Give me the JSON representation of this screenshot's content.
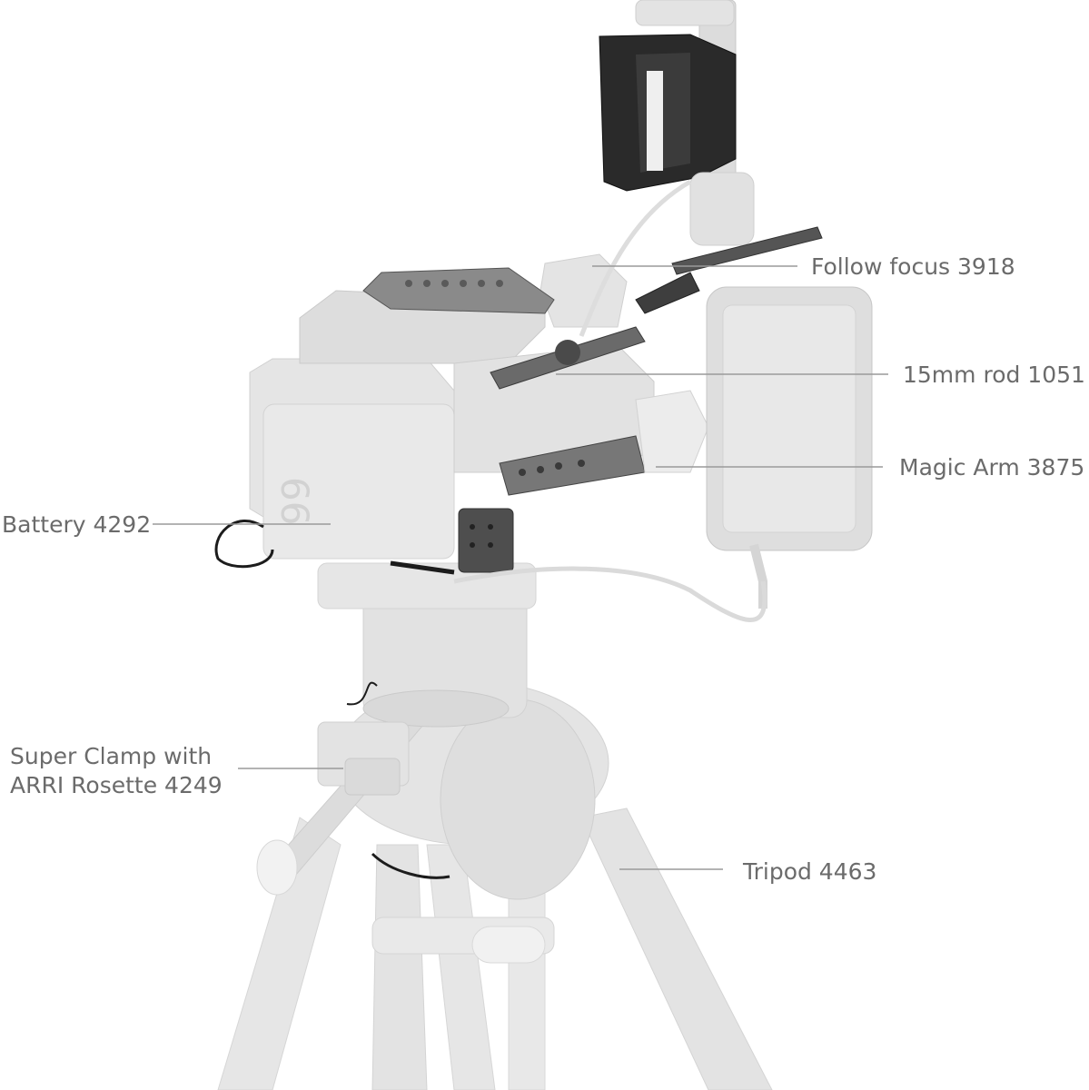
{
  "callouts": {
    "follow_focus": "Follow focus 3918",
    "rod": "15mm rod 1051",
    "magic_arm": "Magic Arm 3875",
    "battery": "Battery 4292",
    "super_clamp_line1": "Super Clamp with",
    "super_clamp_line2": "ARRI Rosette 4249",
    "tripod": "Tripod 4463"
  },
  "colors": {
    "leader_line": "#9a9a9a",
    "label_text": "#6b6b6b",
    "ghost_gear": "#e1e1e1",
    "highlight_metal": "#4a4a4a",
    "cable_dark": "#1c1c1c"
  }
}
